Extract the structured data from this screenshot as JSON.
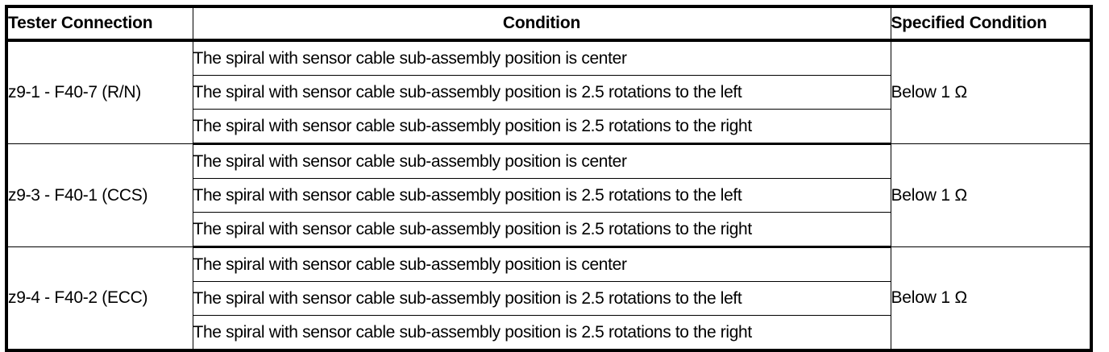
{
  "table": {
    "headers": {
      "tester_connection": "Tester Connection",
      "condition": "Condition",
      "specified_condition": "Specified Condition"
    },
    "groups": [
      {
        "tester_connection": "z9-1 - F40-7 (R/N)",
        "specified_condition": "Below 1 Ω",
        "conditions": [
          "The spiral with sensor cable sub-assembly position is center",
          "The spiral with sensor cable sub-assembly position is 2.5 rotations to the left",
          "The spiral with sensor cable sub-assembly position is 2.5 rotations to the right"
        ]
      },
      {
        "tester_connection": "z9-3 - F40-1 (CCS)",
        "specified_condition": "Below 1 Ω",
        "conditions": [
          "The spiral with sensor cable sub-assembly position is center",
          "The spiral with sensor cable sub-assembly position is 2.5 rotations to the left",
          "The spiral with sensor cable sub-assembly position is 2.5 rotations to the right"
        ]
      },
      {
        "tester_connection": "z9-4 - F40-2 (ECC)",
        "specified_condition": "Below 1 Ω",
        "conditions": [
          "The spiral with sensor cable sub-assembly position is center",
          "The spiral with sensor cable sub-assembly position is 2.5 rotations to the left",
          "The spiral with sensor cable sub-assembly position is 2.5 rotations to the right"
        ]
      }
    ]
  }
}
